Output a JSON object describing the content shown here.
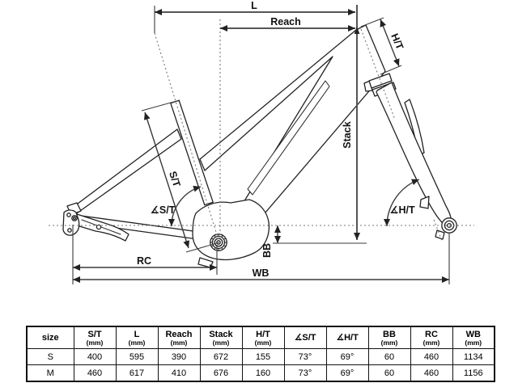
{
  "diagram": {
    "labels": {
      "length": "L",
      "reach": "Reach",
      "stack": "Stack",
      "head_tube": "H/T",
      "seat_tube": "S/T",
      "seat_tube_angle": "∡S/T",
      "head_tube_angle": "∡H/T",
      "bottom_bracket": "BB",
      "rear_center": "RC",
      "wheelbase": "WB"
    }
  },
  "table": {
    "columns": [
      {
        "label": "size",
        "unit": ""
      },
      {
        "label": "S/T",
        "unit": "(mm)"
      },
      {
        "label": "L",
        "unit": "(mm)"
      },
      {
        "label": "Reach",
        "unit": "(mm)"
      },
      {
        "label": "Stack",
        "unit": "(mm)"
      },
      {
        "label": "H/T",
        "unit": "(mm)"
      },
      {
        "label": "∡S/T",
        "unit": ""
      },
      {
        "label": "∡H/T",
        "unit": ""
      },
      {
        "label": "BB",
        "unit": "(mm)"
      },
      {
        "label": "RC",
        "unit": "(mm)"
      },
      {
        "label": "WB",
        "unit": "(mm)"
      }
    ],
    "rows": [
      {
        "cells": [
          "S",
          "400",
          "595",
          "390",
          "672",
          "155",
          "73°",
          "69°",
          "60",
          "460",
          "1134"
        ]
      },
      {
        "cells": [
          "M",
          "460",
          "617",
          "410",
          "676",
          "160",
          "73°",
          "69°",
          "60",
          "460",
          "1156"
        ]
      }
    ]
  },
  "colors": {
    "frame_line": "#222222",
    "dimension_line": "#3a3a3a",
    "guide_line": "#777777",
    "background": "#ffffff"
  }
}
